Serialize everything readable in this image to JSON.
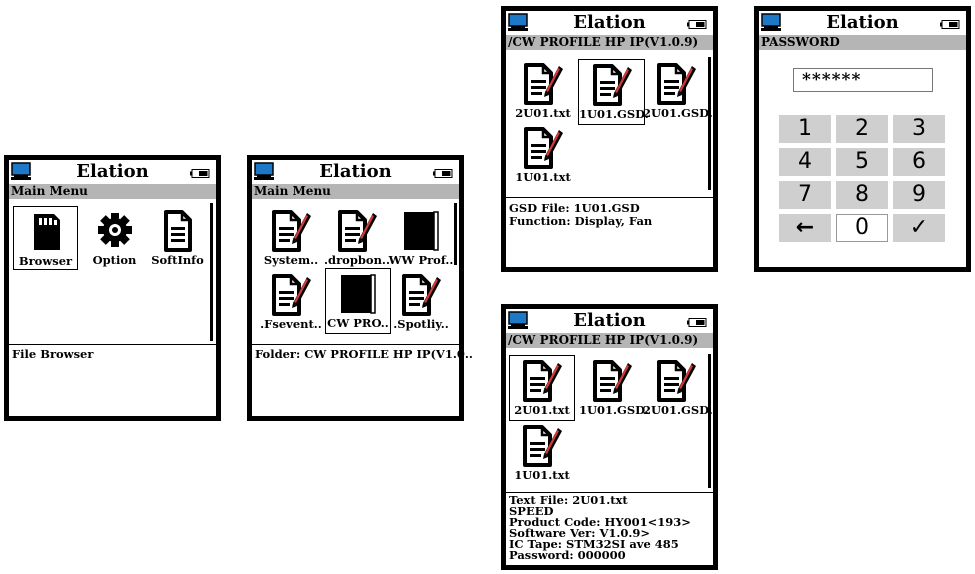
{
  "app_title": "Elation",
  "screen1": {
    "bar": "Main Menu",
    "items": [
      {
        "label": "Browser",
        "icon": "sd-card-icon"
      },
      {
        "label": "Option",
        "icon": "gear-icon"
      },
      {
        "label": "SoftInfo",
        "icon": "document-icon"
      }
    ],
    "info": "File Browser"
  },
  "screen2": {
    "bar": "Main Menu",
    "items": [
      {
        "label": "System..",
        "icon": "file-edit-icon"
      },
      {
        "label": ".dropbon..",
        "icon": "file-edit-icon"
      },
      {
        "label": "WW Prof..",
        "icon": "folder-icon"
      },
      {
        "label": ".Fsevent..",
        "icon": "file-edit-icon"
      },
      {
        "label": "CW PRO..",
        "icon": "folder-icon"
      },
      {
        "label": ".Spotliy..",
        "icon": "file-edit-icon"
      }
    ],
    "info": "Folder: CW PROFILE HP IP(V1.0.."
  },
  "screen3": {
    "bar": "/CW PROFILE HP IP(V1.0.9)",
    "items": [
      {
        "label": "2U01.txt",
        "icon": "file-edit-icon"
      },
      {
        "label": "1U01.GSD.",
        "icon": "file-edit-icon"
      },
      {
        "label": "2U01.GSD.",
        "icon": "file-edit-icon"
      },
      {
        "label": "1U01.txt",
        "icon": "file-edit-icon"
      }
    ],
    "info": [
      "GSD File:  1U01.GSD",
      "Function: Display, Fan"
    ]
  },
  "screen4": {
    "bar": "PASSWORD",
    "password_value": "******",
    "keys": [
      "1",
      "2",
      "3",
      "4",
      "5",
      "6",
      "7",
      "8",
      "9",
      "←",
      "0",
      "✓"
    ]
  },
  "screen5": {
    "bar": "/CW PROFILE HP IP(V1.0.9)",
    "items": [
      {
        "label": "2U01.txt",
        "icon": "file-edit-icon"
      },
      {
        "label": "1U01.GSD.",
        "icon": "file-edit-icon"
      },
      {
        "label": "2U01.GSD.",
        "icon": "file-edit-icon"
      },
      {
        "label": "1U01.txt",
        "icon": "file-edit-icon"
      }
    ],
    "info": [
      "Text File: 2U01.txt",
      "SPEED",
      "Product Code: HY001<193>",
      "Software Ver:  V1.0.9>",
      "IC Tape:  STM32SI ave 485",
      "Password: 000000"
    ]
  },
  "colors": {
    "pc_icon": "#1e78c8",
    "bar_gray": "#b5b5b5",
    "key_gray": "#cfcfcf",
    "pen_red": "#d23a3a"
  }
}
